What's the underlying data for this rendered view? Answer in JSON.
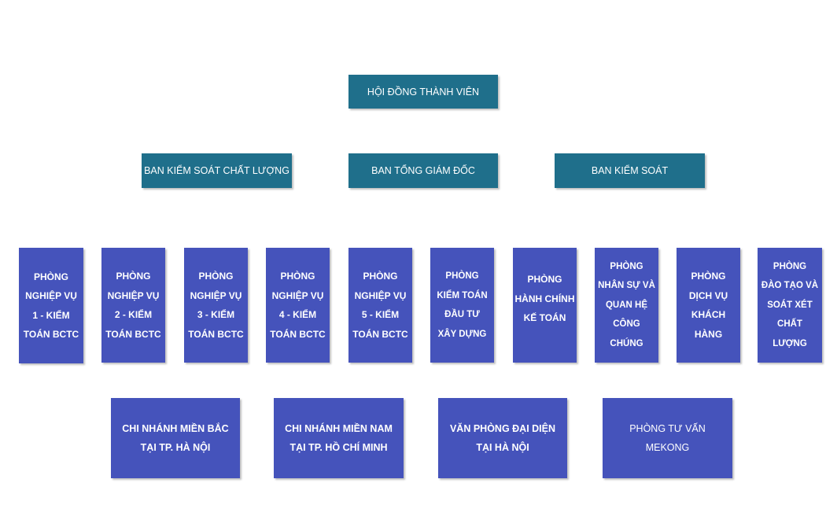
{
  "colors": {
    "top": "#1f6f8b",
    "unit": "#4553bb",
    "text": "#ffffff"
  },
  "top": {
    "label": "HỘI ĐỒNG THÀNH VIÊN"
  },
  "middle": [
    {
      "label": "BAN KIỂM SOÁT CHẤT LƯỢNG"
    },
    {
      "label": "BAN TỔNG GIÁM ĐỐC"
    },
    {
      "label": "BAN KIỂM SOÁT"
    }
  ],
  "departments": [
    {
      "label": "PHÒNG\nNGHIỆP VỤ\n1 - KIỂM\nTOÁN BCTC"
    },
    {
      "label": "PHÒNG\nNGHIỆP VỤ\n2 - KIỂM\nTOÁN BCTC"
    },
    {
      "label": "PHÒNG\nNGHIỆP VỤ\n3 - KIỂM\nTOÁN BCTC"
    },
    {
      "label": "PHÒNG\nNGHIỆP VỤ\n4 - KIỂM\nTOÁN BCTC"
    },
    {
      "label": "PHÒNG\nNGHIỆP VỤ\n5 - KIỂM\nTOÁN BCTC"
    },
    {
      "label": "PHÒNG\nKIỂM TOÁN\nĐẦU TƯ\nXÂY DỰNG"
    },
    {
      "label": "PHÒNG\nHÀNH CHÍNH\nKẾ TOÁN"
    },
    {
      "label": "PHÒNG\nNHÂN SỰ VÀ\nQUAN HỆ\nCÔNG CHÚNG"
    },
    {
      "label": "PHÒNG\nDỊCH VỤ\nKHÁCH\nHÀNG"
    },
    {
      "label": "PHÒNG\nĐÀO TẠO VÀ\nSOÁT XÉT\nCHẤT LƯỢNG"
    }
  ],
  "branches": [
    {
      "label": "CHI NHÁNH MIỀN BẮC\nTẠI TP. HÀ NỘI"
    },
    {
      "label": "CHI NHÁNH MIỀN NAM\nTẠI TP. HỒ CHÍ MINH"
    },
    {
      "label": "VĂN PHÒNG ĐẠI DIỆN\nTẠI HÀ NỘI"
    },
    {
      "label": "PHÒNG TƯ VẤN\nMEKONG"
    }
  ]
}
